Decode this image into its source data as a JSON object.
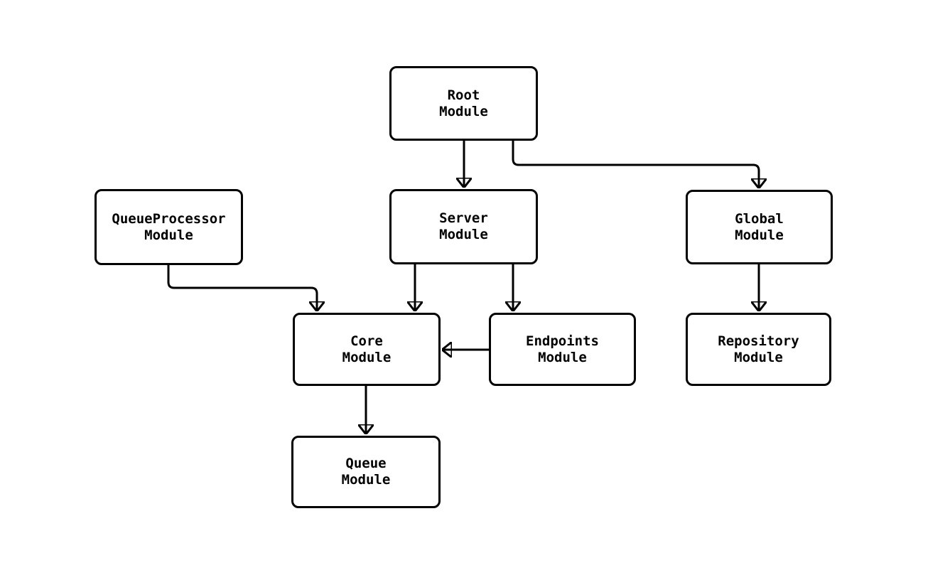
{
  "diagram": {
    "type": "flowchart",
    "background_color": "#ffffff",
    "node_fill_color": "#ffffff",
    "node_border_color": "#000000",
    "edge_color": "#000000",
    "text_color": "#000000",
    "nodes": [
      {
        "id": "root",
        "label": "Root\nModule"
      },
      {
        "id": "queueprocessor",
        "label": "QueueProcessor\nModule"
      },
      {
        "id": "server",
        "label": "Server\nModule"
      },
      {
        "id": "global",
        "label": "Global\nModule"
      },
      {
        "id": "core",
        "label": "Core\nModule"
      },
      {
        "id": "endpoints",
        "label": "Endpoints\nModule"
      },
      {
        "id": "repository",
        "label": "Repository\nModule"
      },
      {
        "id": "queue",
        "label": "Queue\nModule"
      }
    ],
    "edges": [
      {
        "from": "Root Module",
        "to": "Server Module"
      },
      {
        "from": "Root Module",
        "to": "Global Module"
      },
      {
        "from": "QueueProcessor Module",
        "to": "Core Module"
      },
      {
        "from": "Server Module",
        "to": "Core Module"
      },
      {
        "from": "Server Module",
        "to": "Endpoints Module"
      },
      {
        "from": "Endpoints Module",
        "to": "Core Module"
      },
      {
        "from": "Global Module",
        "to": "Repository Module"
      },
      {
        "from": "Core Module",
        "to": "Queue Module"
      }
    ]
  }
}
